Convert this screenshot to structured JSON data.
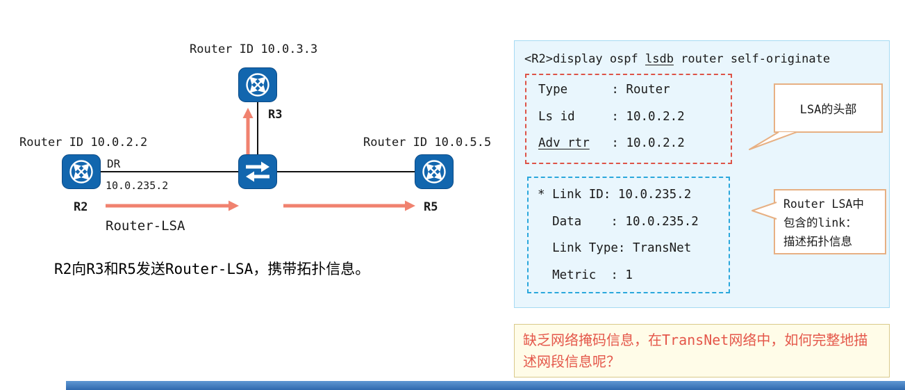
{
  "diagram": {
    "r3": {
      "router_id": "Router ID 10.0.3.3",
      "name": "R3"
    },
    "r2": {
      "router_id": "Router ID 10.0.2.2",
      "name": "R2",
      "role": "DR",
      "interface_ip": "10.0.235.2"
    },
    "r5": {
      "router_id": "Router ID 10.0.5.5",
      "name": "R5"
    },
    "flow_label": "Router-LSA",
    "caption": "R2向R3和R5发送Router-LSA，携带拓扑信息。"
  },
  "console": {
    "command_pre": "<R2>display ospf ",
    "command_u": "lsdb",
    "command_rest": " router self-originate",
    "header": {
      "line1": "Type      : Router",
      "line2": "Ls id     : 10.0.2.2",
      "line3_key": "Adv rtr",
      "line3_rest": "   : 10.0.2.2"
    },
    "link": {
      "line1": "* Link ID: 10.0.235.2",
      "line2": "  Data    : 10.0.235.2",
      "line3": "  Link Type: TransNet",
      "line4": "  Metric  : 1"
    },
    "callout_header": "LSA的头部",
    "callout_link_line1": "Router LSA中",
    "callout_link_line2": "包含的link：",
    "callout_link_line3": "描述拓扑信息"
  },
  "note": {
    "text": "缺乏网络掩码信息，在TransNet网络中，如何完整地描述网段信息呢？"
  },
  "colors": {
    "arrow": "#f0826f",
    "panel_bg": "#e9f6fd",
    "panel_border": "#a5daf3",
    "header_box_border": "#dd5347",
    "link_box_border": "#2aa7dc",
    "callout_border": "#e7b083",
    "note_bg": "#fffce8",
    "note_text": "#e4574a",
    "node_blue": "#1266ae",
    "bottom_bar": "#2f69ae"
  }
}
